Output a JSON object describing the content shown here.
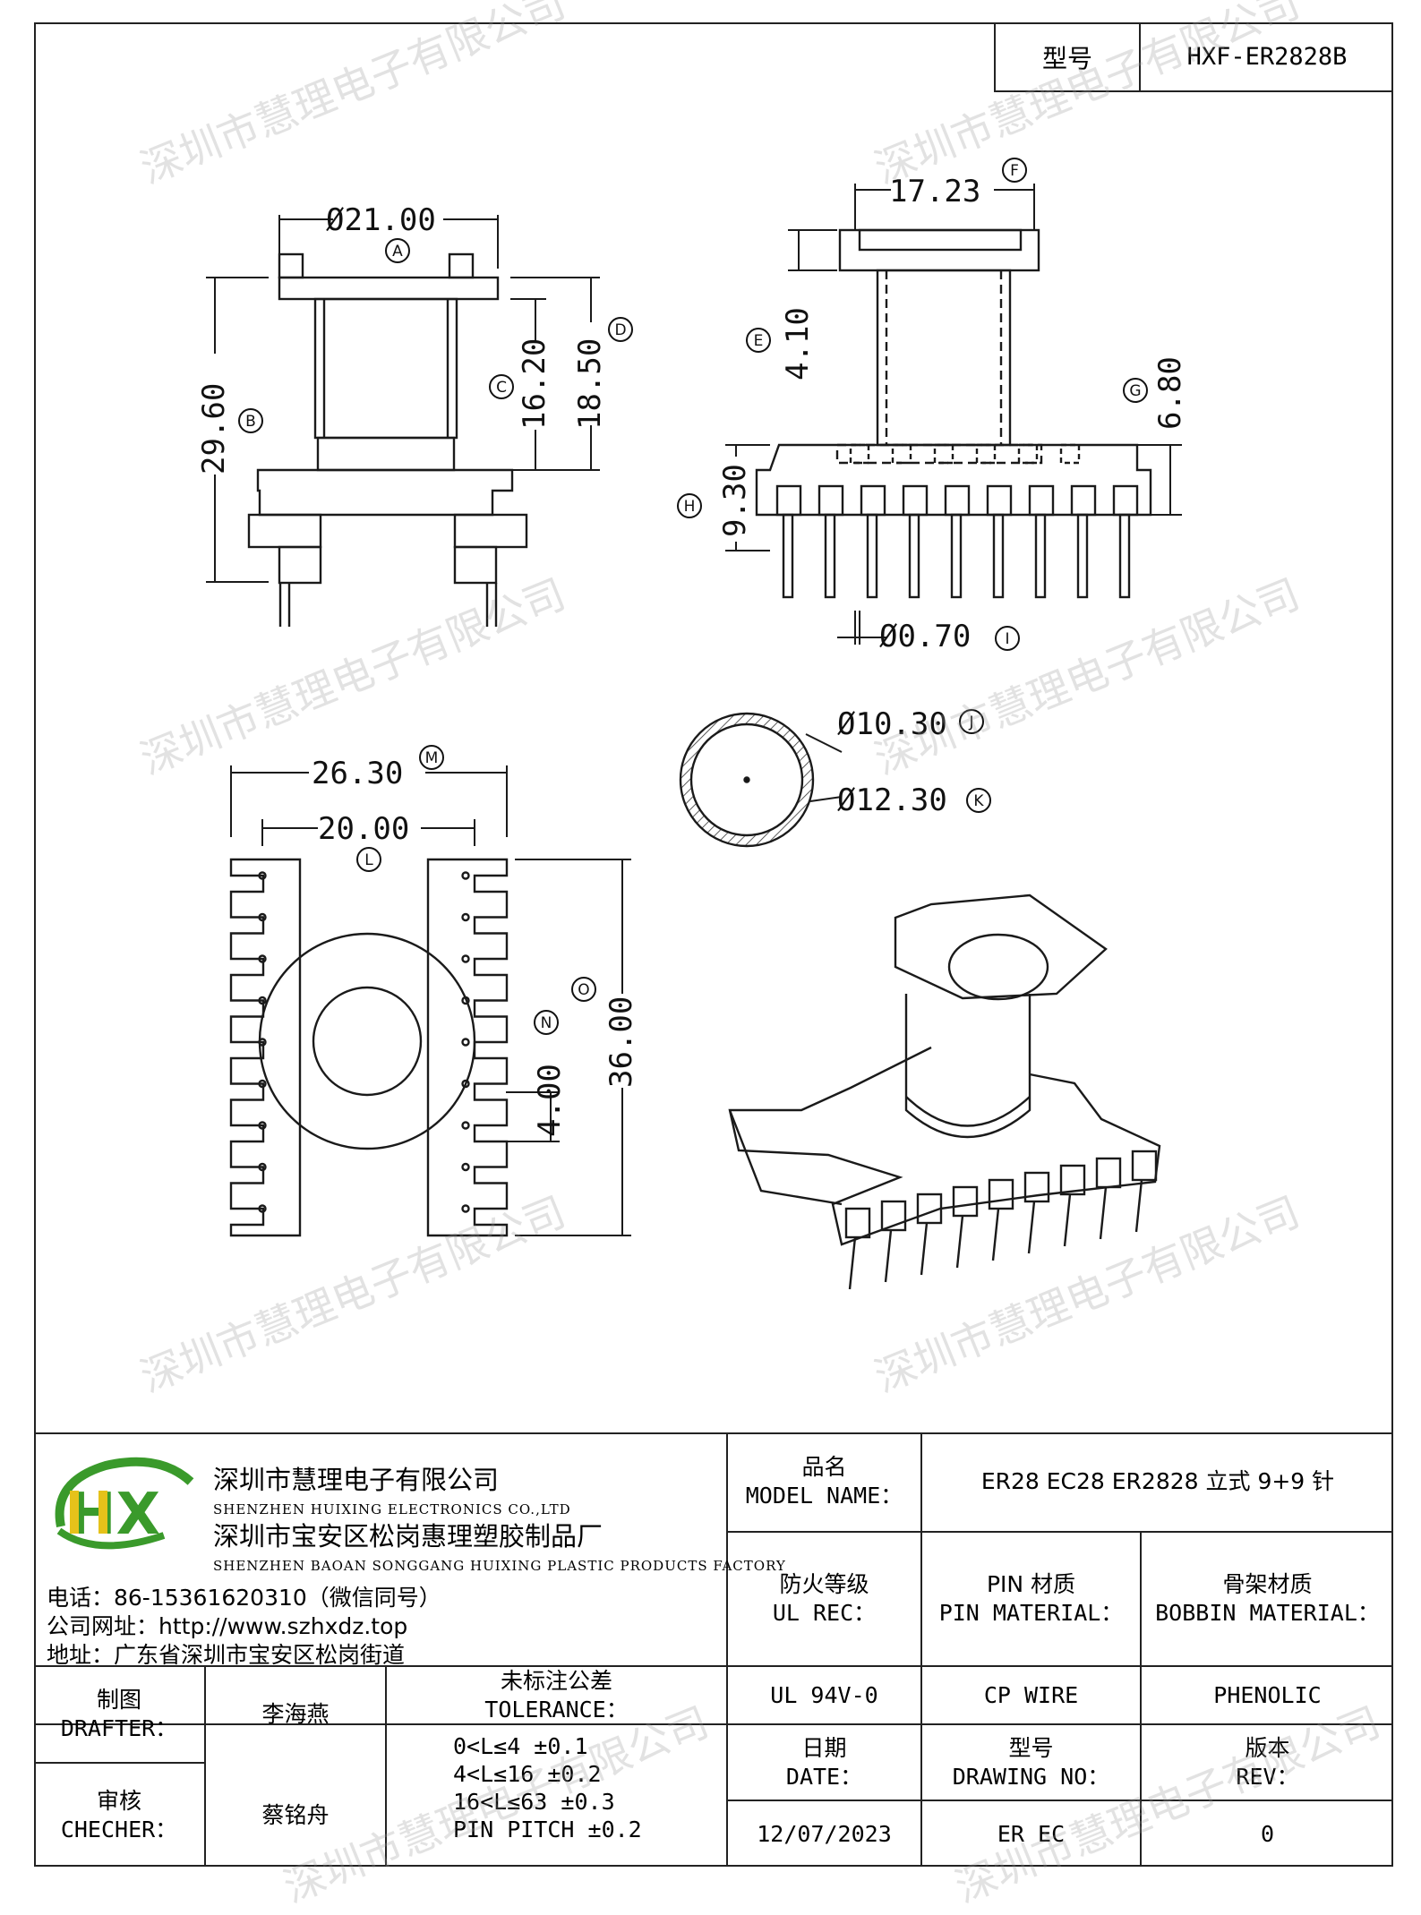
{
  "header": {
    "model_label": "型号",
    "model_value": "HXF-ER2828B"
  },
  "dimensions": {
    "a": "Ø21.00",
    "a_tag": "A",
    "b": "29.60",
    "b_tag": "B",
    "c": "16.20",
    "c_tag": "C",
    "d": "18.50",
    "d_tag": "D",
    "e": "4.10",
    "e_tag": "E",
    "f": "17.23",
    "f_tag": "F",
    "g": "6.80",
    "g_tag": "G",
    "h": "9.30",
    "h_tag": "H",
    "i": "Ø0.70",
    "i_tag": "I",
    "j": "Ø10.30",
    "j_tag": "J",
    "k": "Ø12.30",
    "k_tag": "K",
    "l": "20.00",
    "l_tag": "L",
    "m": "26.30",
    "m_tag": "M",
    "n": "4.00",
    "n_tag": "N",
    "o": "36.00",
    "o_tag": "O"
  },
  "company": {
    "name_cn": "深圳市慧理电子有限公司",
    "name_en": "SHENZHEN HUIXING ELECTRONICS CO.,LTD",
    "factory_cn": "深圳市宝安区松岗惠理塑胶制品厂",
    "factory_en": "SHENZHEN BAOAN SONGGANG HUIXING PLASTIC PRODUCTS FACTORY",
    "phone": "电话：86-15361620310（微信同号）",
    "website": "公司网址：http://www.szhxdz.top",
    "address": "地址：广东省深圳市宝安区松岗街道",
    "logo_text": "HX",
    "brand_green": "#3a9a2b",
    "brand_yellow": "#e6c21a"
  },
  "title_block": {
    "model_name_cn": "品名",
    "model_name_en": "MODEL NAME：",
    "model_name_value": "ER28 EC28 ER2828 立式 9+9 针",
    "fire_cn": "防火等级",
    "fire_en": "UL REC：",
    "pin_cn": "PIN 材质",
    "pin_en": "PIN MATERIAL：",
    "bobbin_cn": "骨架材质",
    "bobbin_en": "BOBBIN MATERIAL：",
    "fire_value": "UL 94V-0",
    "pin_value": "CP WIRE",
    "bobbin_value": "PHENOLIC",
    "drafter_cn": "制图",
    "drafter_en": "DRAFTER：",
    "drafter_name": "李海燕",
    "checker_cn": "审核",
    "checker_en": "CHECHER：",
    "checker_name": "蔡铭舟",
    "tol_cn": "未标注公差",
    "tol_en": "TOLERANCE：",
    "tol_1": "0<L≤4  ±0.1",
    "tol_2": "4<L≤16 ±0.2",
    "tol_3": "16<L≤63 ±0.3",
    "tol_4": "PIN PITCH ±0.2",
    "date_cn": "日期",
    "date_en": "DATE：",
    "drawno_cn": "型号",
    "drawno_en": "DRAWING NO：",
    "rev_cn": "版本",
    "rev_en": "REV：",
    "date_value": "12/07/2023",
    "drawno_value": "ER EC",
    "rev_value": "0"
  },
  "watermark": "深圳市慧理电子有限公司"
}
